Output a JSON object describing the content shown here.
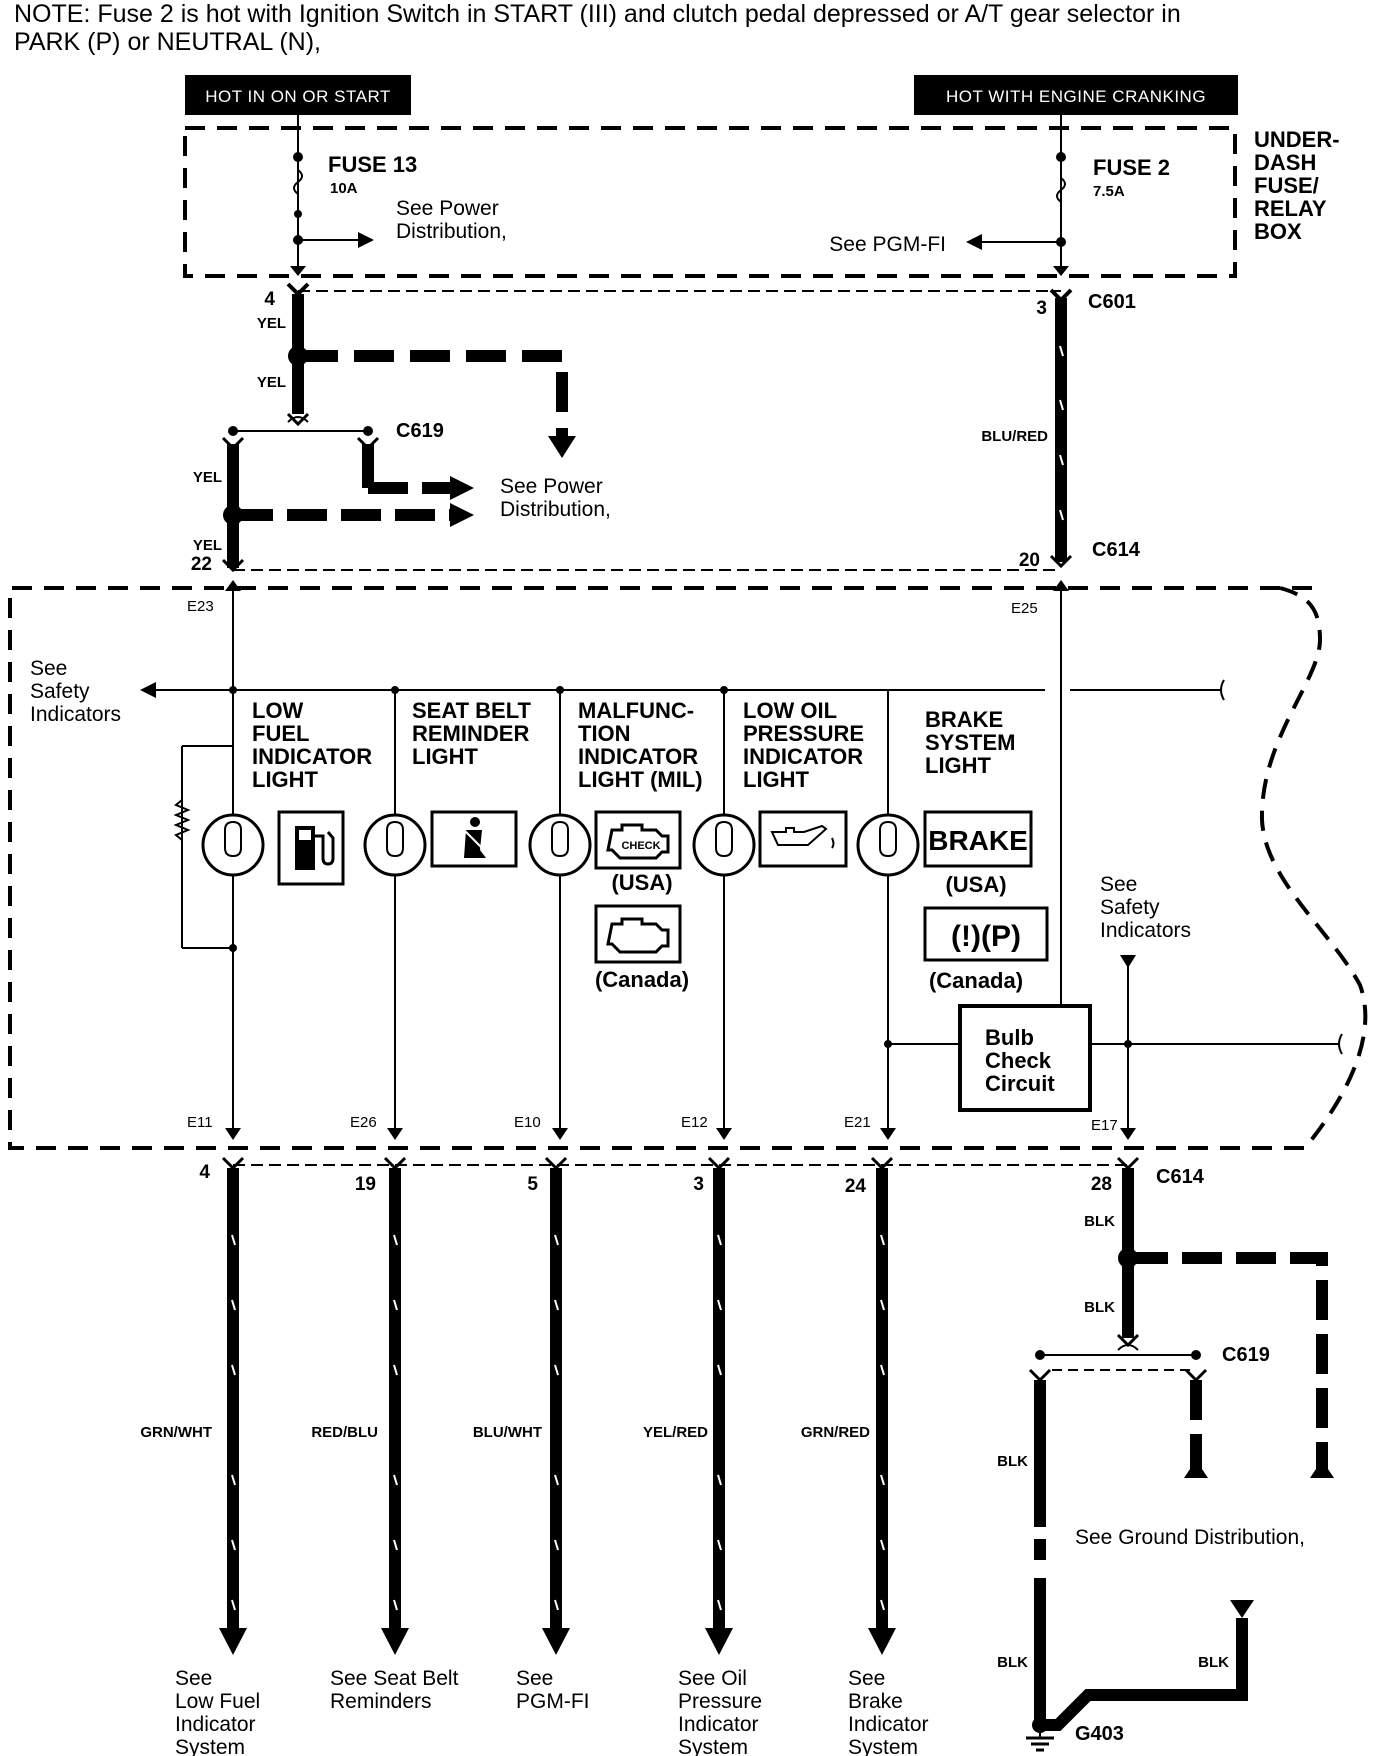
{
  "note": {
    "line1": "NOTE: Fuse 2 is hot with Ignition Switch in START (III) and clutch pedal depressed or A/T gear selector in",
    "line2": "PARK (P) or NEUTRAL (N),"
  },
  "headers": {
    "left": "HOT IN ON OR START",
    "right": "HOT WITH ENGINE CRANKING"
  },
  "fuse_box": {
    "label_lines": [
      "UNDER-",
      "DASH",
      "FUSE/",
      "RELAY",
      "BOX"
    ],
    "fuse13": {
      "name": "FUSE 13",
      "rating": "10A",
      "ref_lines": [
        "See Power",
        "Distribution,"
      ]
    },
    "fuse2": {
      "name": "FUSE 2",
      "rating": "7.5A",
      "ref": "See PGM-FI"
    }
  },
  "upper_wiring": {
    "c601": {
      "name": "C601",
      "pin_left": "4",
      "pin_right": "3"
    },
    "wire_yel": "YEL",
    "wire_blu_red": "BLU/RED",
    "c619": "C619",
    "power_ref_lines": [
      "See Power",
      "Distribution,"
    ],
    "c614_top": {
      "name": "C614",
      "pin_left": "22",
      "pin_right": "20"
    }
  },
  "cluster": {
    "term_e23": "E23",
    "term_e25": "E25",
    "safety_left_lines": [
      "See",
      "Safety",
      "Indicators"
    ],
    "safety_right_lines": [
      "See",
      "Safety",
      "Indicators"
    ],
    "lights": [
      {
        "title_lines": [
          "LOW",
          "FUEL",
          "INDICATOR",
          "LIGHT"
        ],
        "icon": "fuel-pump-icon",
        "terminal": "E11"
      },
      {
        "title_lines": [
          "SEAT BELT",
          "REMINDER",
          "LIGHT"
        ],
        "icon": "seat-belt-icon",
        "terminal": "E26"
      },
      {
        "title_lines": [
          "MALFUNC-",
          "TION",
          "INDICATOR",
          "LIGHT (MIL)"
        ],
        "icon": "check-engine-icon",
        "icon_text": "CHECK",
        "usa": "(USA)",
        "canada": "(Canada)",
        "terminal": "E10"
      },
      {
        "title_lines": [
          "LOW OIL",
          "PRESSURE",
          "INDICATOR",
          "LIGHT"
        ],
        "icon": "oil-can-icon",
        "terminal": "E12"
      },
      {
        "title_lines": [
          "BRAKE",
          "SYSTEM",
          "LIGHT"
        ],
        "icon": "brake-icon",
        "icon_text": "BRAKE",
        "usa": "(USA)",
        "canada": "(Canada)",
        "canada_text": "(!)(P)",
        "terminal": "E21"
      }
    ],
    "bulb_check_lines": [
      "Bulb",
      "Check",
      "Circuit"
    ],
    "term_e17": "E17"
  },
  "lower_wiring": {
    "c614": "C614",
    "outputs": [
      {
        "pin": "4",
        "wire": "GRN/WHT",
        "ref_lines": [
          "See",
          "Low Fuel",
          "Indicator",
          "System"
        ]
      },
      {
        "pin": "19",
        "wire": "RED/BLU",
        "ref_lines": [
          "See Seat Belt",
          "Reminders"
        ]
      },
      {
        "pin": "5",
        "wire": "BLU/WHT",
        "ref_lines": [
          "See",
          "PGM-FI"
        ]
      },
      {
        "pin": "3",
        "wire": "YEL/RED",
        "ref_lines": [
          "See Oil",
          "Pressure",
          "Indicator",
          "System"
        ]
      },
      {
        "pin": "24",
        "wire": "GRN/RED",
        "ref_lines": [
          "See",
          "Brake",
          "Indicator",
          "System"
        ]
      }
    ],
    "ground": {
      "pin": "28",
      "wire": "BLK",
      "c619": "C619",
      "ref": "See Ground Distribution,",
      "g403": "G403"
    }
  }
}
